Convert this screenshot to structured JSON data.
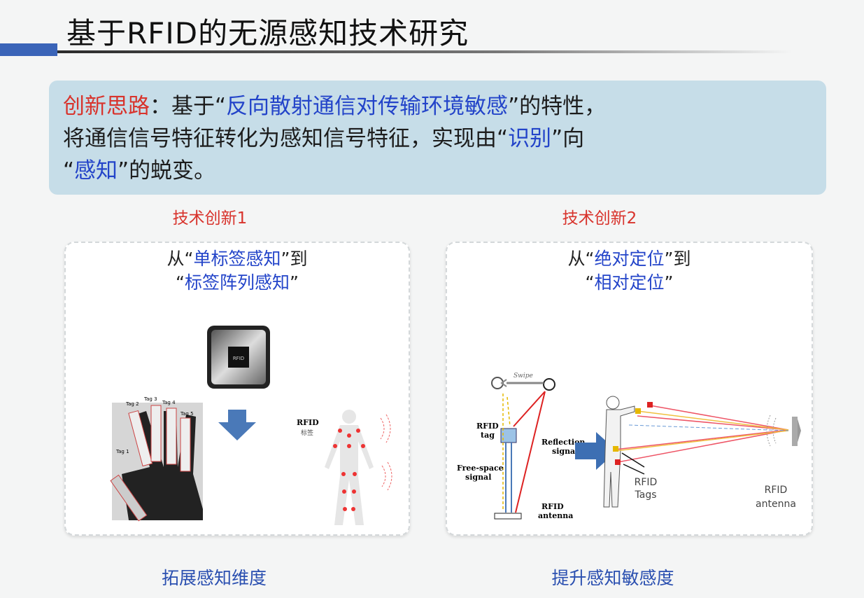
{
  "slide": {
    "title": "基于RFID的无源感知技术研究",
    "callout": {
      "label": "创新思路",
      "sep": "：基于“",
      "highlight1": "反向散射通信对传输环境敏感",
      "mid1": "”的特性，",
      "line2a": "将通信信号特征转化为感知信号特征，实现由“",
      "highlight2": "识别",
      "line2b": "”向",
      "line3a": "“",
      "highlight3": "感知",
      "line3b": "”的蜕变。"
    },
    "innovations": [
      {
        "caption": "技术创新1",
        "title_pre": "从“",
        "title_hl1": "单标签感知",
        "title_mid": "”到",
        "title_open": "“",
        "title_hl2": "标签阵列感知",
        "title_close": "”",
        "outcome": "拓展感知维度",
        "figure_labels": {
          "chip": "RFID",
          "tags": [
            "Tag 1",
            "Tag 2",
            "Tag 3",
            "Tag 4",
            "Tag 5"
          ],
          "body_label": "RFID",
          "body_label_cn": "标签"
        }
      },
      {
        "caption": "技术创新2",
        "title_pre": "从“",
        "title_hl1": "绝对定位",
        "title_mid": "”到",
        "title_open": "“",
        "title_hl2": "相对定位",
        "title_close": "”",
        "outcome": "提升感知敏感度",
        "figure_labels": {
          "swipe": "Swipe",
          "rfid_tag": [
            "RFID",
            "tag"
          ],
          "reflection": [
            "Reflection",
            "signal"
          ],
          "free_space": [
            "Free-space",
            "signal"
          ],
          "antenna_left": [
            "RFID",
            "antenna"
          ],
          "tags": [
            "RFID",
            "Tags"
          ],
          "antenna_right": [
            "RFID",
            "antenna"
          ]
        }
      }
    ]
  },
  "colors": {
    "accent_red": "#d8332c",
    "accent_blue": "#2344c9",
    "callout_bg": "#c6dde8"
  }
}
